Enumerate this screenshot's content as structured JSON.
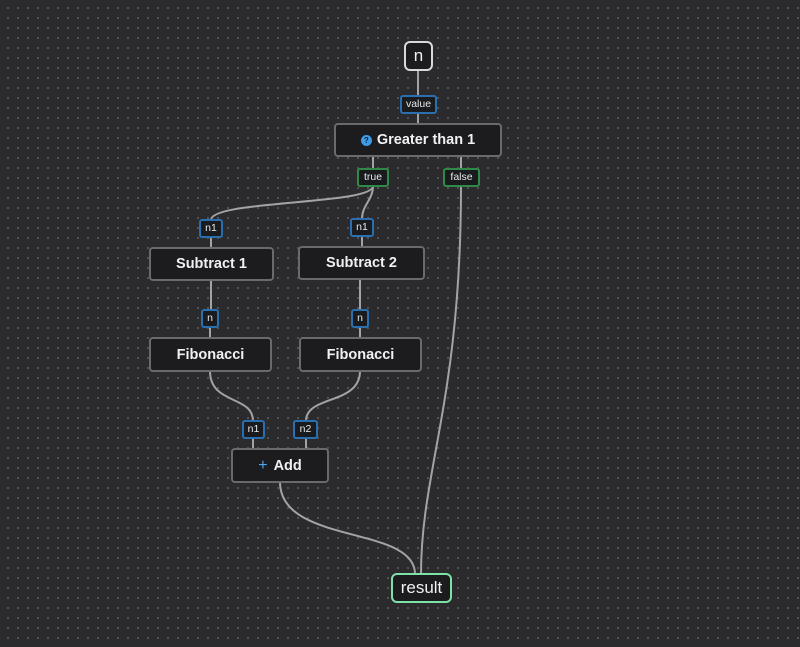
{
  "graph": {
    "input_node": {
      "label": "n"
    },
    "output_node": {
      "label": "result"
    },
    "nodes": {
      "greater": {
        "label": "Greater than 1",
        "icon": "question-icon"
      },
      "subtract1": {
        "label": "Subtract 1"
      },
      "subtract2": {
        "label": "Subtract 2"
      },
      "fib1": {
        "label": "Fibonacci"
      },
      "fib2": {
        "label": "Fibonacci"
      },
      "add": {
        "label": "Add",
        "icon": "plus-icon"
      }
    },
    "ports": {
      "greater_value": "value",
      "greater_true": "true",
      "greater_false": "false",
      "subtract1_in": "n1",
      "subtract2_in": "n1",
      "fib1_in": "n",
      "fib2_in": "n",
      "add_n1": "n1",
      "add_n2": "n2"
    }
  },
  "colors": {
    "canvas": "#2b2b2d",
    "grid_dot": "#5a5a5e",
    "node_fill": "#1c1b1d",
    "node_border": "#6a6a6e",
    "input_port_border": "#2a6fb0",
    "output_port_border": "#2f8a48",
    "output_node_border": "#7fe0a8",
    "edge": "#a3a3a6",
    "icon_accent": "#3f9be6"
  }
}
